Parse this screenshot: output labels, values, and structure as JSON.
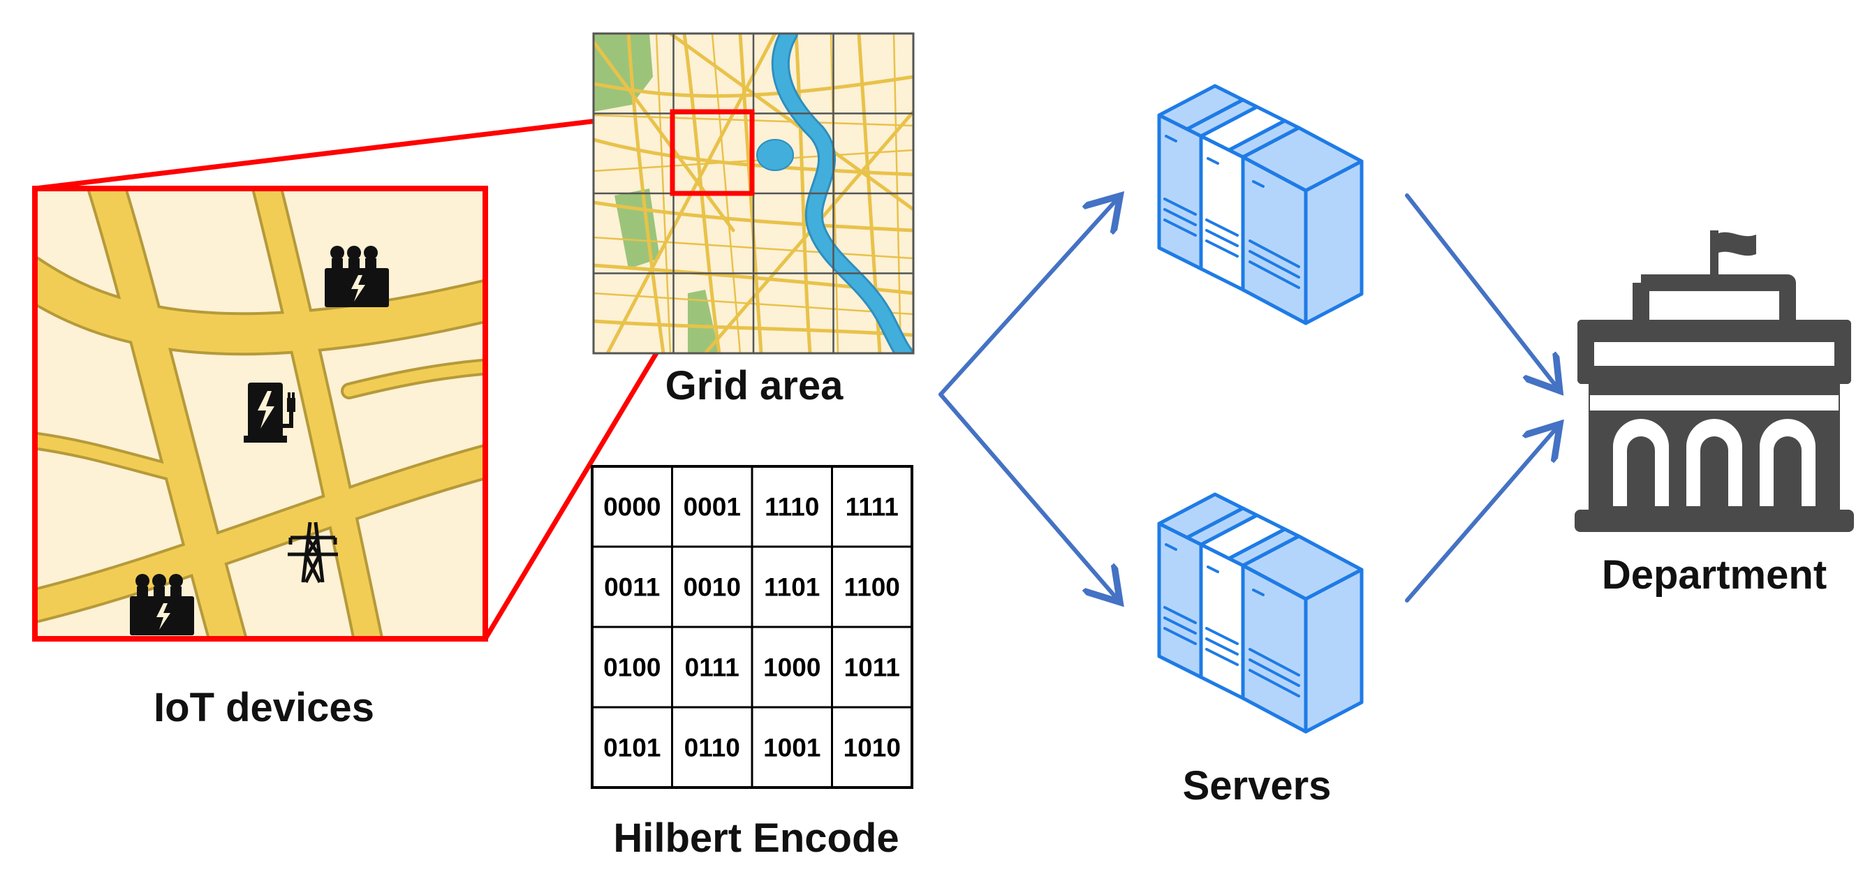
{
  "labels": {
    "iot": "IoT devices",
    "grid": "Grid area",
    "hilbert": "Hilbert Encode",
    "servers": "Servers",
    "department": "Department"
  },
  "hilbert_codes": [
    [
      "0000",
      "0001",
      "1110",
      "1111"
    ],
    [
      "0011",
      "0010",
      "1101",
      "1100"
    ],
    [
      "0100",
      "0111",
      "1000",
      "1011"
    ],
    [
      "0101",
      "0110",
      "1001",
      "1010"
    ]
  ],
  "icons": {
    "iot_devices": [
      "transformer-icon",
      "ev-charger-icon",
      "power-tower-icon",
      "transformer-icon"
    ],
    "servers": [
      "server-rack-icon",
      "server-rack-icon"
    ],
    "department": "government-building-icon"
  },
  "colors": {
    "highlight": "#ff0000",
    "arrow": "#4472c4",
    "server": "#1e7be6",
    "server_fill": "#b4d5fb",
    "building": "#4a4a4a",
    "map_bg": "#fdf1d6",
    "road": "#f2cd55",
    "river": "#42aedb",
    "park": "#9bc47a"
  }
}
